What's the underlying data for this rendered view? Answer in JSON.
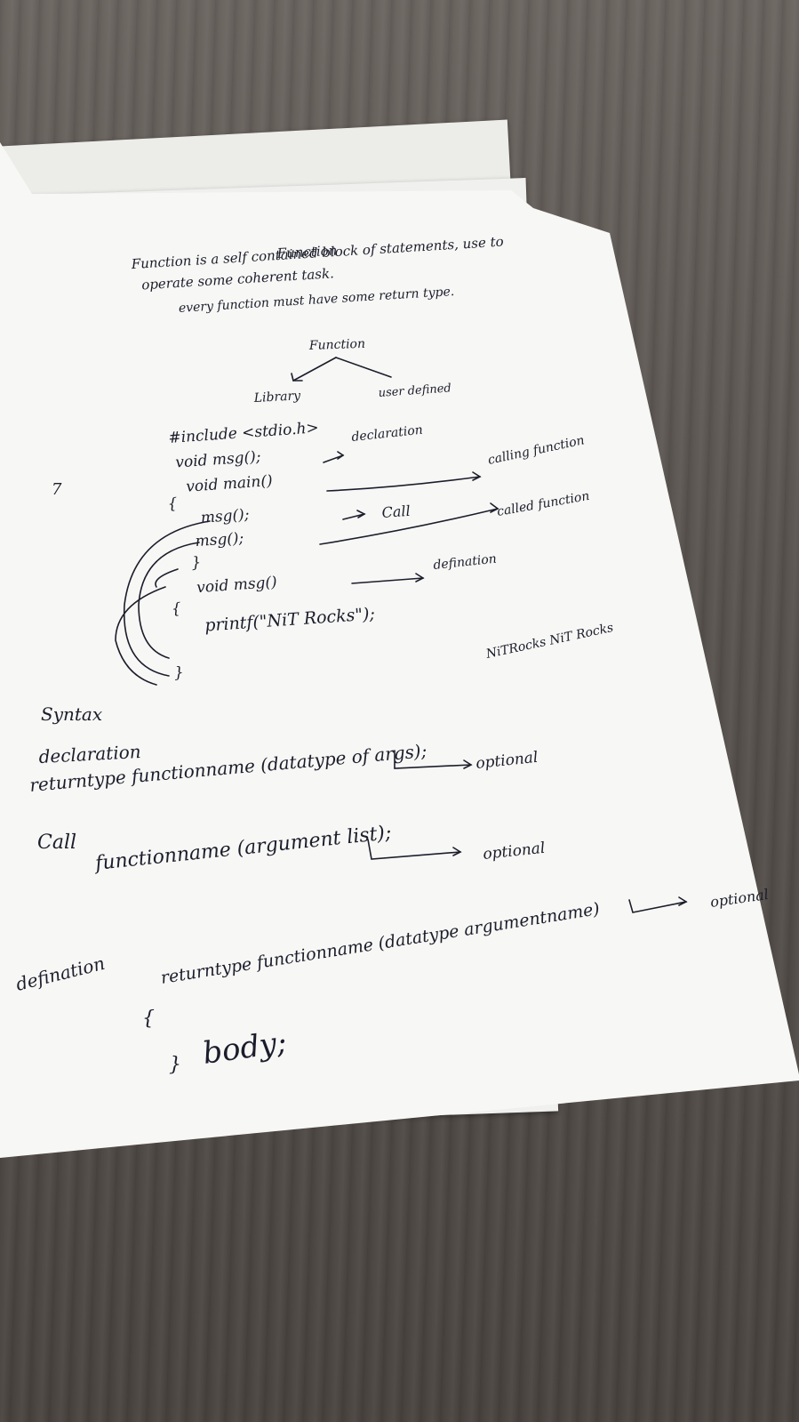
{
  "notes": {
    "title": "Function",
    "definition_line1": "Function is a self contained block of statements, use to",
    "definition_line2": "operate some coherent task.",
    "definition_line3": "every function must have some return type.",
    "tree_root": "Function",
    "tree_left": "Library",
    "tree_right": "user defined",
    "code_include": "#include <stdio.h>",
    "code_decl": "void msg();",
    "label_declaration": "declaration",
    "code_main": "void main()",
    "label_calling": "calling function",
    "code_brace_open": "{",
    "code_call1": "msg();",
    "code_call2": "msg();",
    "code_brace_close": "}",
    "label_call": "Call",
    "label_called": "called function",
    "code_def": "void msg()",
    "label_definition": "defination",
    "code_def_brace": "{",
    "code_printf": "printf(\"NiT Rocks\");",
    "code_def_close": "}",
    "output_text": "NiTRocks NiT Rocks",
    "section_syntax": "Syntax",
    "section_declaration": "declaration",
    "syntax_decl": "returntype functionname (datatype of args);",
    "optional1": "optional",
    "section_call": "Call",
    "syntax_call": "functionname (argument list);",
    "optional2": "optional",
    "section_definition": "defination",
    "syntax_def": "returntype functionname (datatype argumentname)",
    "optional3": "optional",
    "def_brace_open": "{",
    "def_body": "body;",
    "def_brace_close": "}",
    "side_mark": "7"
  },
  "colors": {
    "ink": "#1b1d2b",
    "paper": "#f7f7f5",
    "table": "#5b5550"
  }
}
